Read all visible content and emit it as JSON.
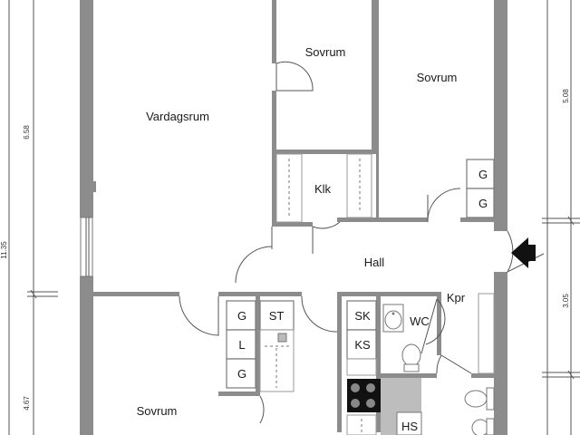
{
  "rooms": {
    "vardagsrum": "Vardagsrum",
    "sovrum_top_small": "Sovrum",
    "sovrum_top_right": "Sovrum",
    "klk": "Klk",
    "hall": "Hall",
    "kpr": "Kpr",
    "wc": "WC",
    "sovrum_bottom": "Sovrum",
    "hs": "HS"
  },
  "closets": {
    "right_top": "G",
    "right_bottom": "G",
    "left_g_top": "G",
    "left_l": "L",
    "left_g_bottom": "G",
    "st": "ST",
    "sk": "SK",
    "ks": "KS"
  },
  "dimensions": {
    "left_outer": "11.35",
    "left_upper": "6.58",
    "left_lower": "4.67",
    "right_upper": "5.08",
    "right_lower": "3.05"
  }
}
